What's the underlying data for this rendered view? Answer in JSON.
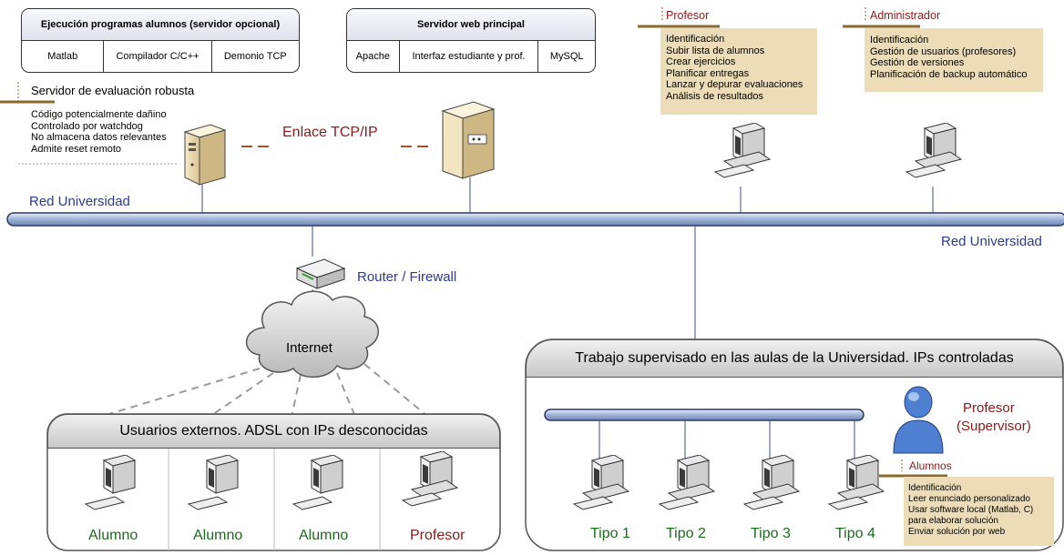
{
  "stack_tcp": {
    "title": "Ejecución programas alumnos (servidor opcional)",
    "cells": [
      "Matlab",
      "Compilador C/C++",
      "Demonio TCP"
    ]
  },
  "stack_web": {
    "title": "Servidor web principal",
    "cells": [
      "Apache",
      "Interfaz estudiante y prof.",
      "MySQL"
    ]
  },
  "eval_server": {
    "title": "Servidor de evaluación robusta",
    "items": [
      "Código potencialmente dañino",
      "Controlado por watchdog",
      "No almacena datos relevantes",
      "Admite reset remoto"
    ]
  },
  "link_label": "Enlace TCP/IP",
  "profesor_note": {
    "title": "Profesor",
    "items": [
      "Identificación",
      "Subir lista de alumnos",
      "Crear ejercicios",
      "Planificar entregas",
      "Lanzar y depurar evaluaciones",
      "Análisis de resultados"
    ]
  },
  "admin_note": {
    "title": "Administrador",
    "items": [
      "Identificación",
      "Gestión de usuarios (profesores)",
      "Gestión de versiones",
      "Planificación de backup automático"
    ]
  },
  "network": {
    "label_left": "Red Universidad",
    "label_right": "Red Universidad",
    "router_label": "Router / Firewall",
    "internet_label": "Internet"
  },
  "external_zone": {
    "title": "Usuarios externos. ADSL con IPs desconocidas",
    "users": [
      "Alumno",
      "Alumno",
      "Alumno",
      "Profesor"
    ]
  },
  "campus_zone": {
    "title": "Trabajo supervisado en las aulas de la Universidad. IPs controladas",
    "types": [
      "Tipo 1",
      "Tipo 2",
      "Tipo 3",
      "Tipo 4"
    ],
    "supervisor_line1": "Profesor",
    "supervisor_line2": "(Supervisor)"
  },
  "alumnos_note": {
    "title": "Alumnos",
    "items": [
      "Identificación",
      "Leer enunciado personalizado",
      "Usar software local (Matlab, C)",
      "para elaborar solución",
      "Enviar solución por web"
    ]
  },
  "colors": {
    "label_blue": "#2c3a8f",
    "dark_red": "#8b1a1a",
    "green": "#1c6b1c",
    "note_tan": "#ecdcb8",
    "rule_brown": "#8a6a2a"
  }
}
